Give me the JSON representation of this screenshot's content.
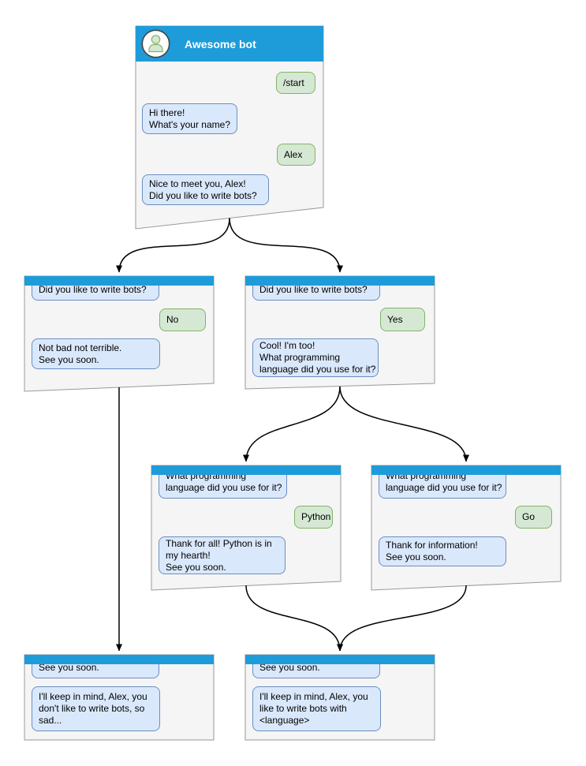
{
  "colors": {
    "header": "#1E9CD9",
    "card_fill": "#F5F5F5",
    "card_border": "#999999",
    "blue_fill": "#DAE8FC",
    "blue_border": "#6C8EBF",
    "green_fill": "#D5E8D4",
    "green_border": "#82B366",
    "edge": "#000000"
  },
  "cards": [
    {
      "id": "root",
      "title": "Awesome bot",
      "bubbles": [
        {
          "side": "user",
          "lines": [
            "/start"
          ]
        },
        {
          "side": "bot",
          "lines": [
            "Hi there!",
            "What's your name?"
          ]
        },
        {
          "side": "user",
          "lines": [
            "Alex"
          ]
        },
        {
          "side": "bot",
          "lines": [
            "Nice to meet you, Alex!",
            "Did you like to write bots?"
          ]
        }
      ]
    },
    {
      "id": "branch-no",
      "bubbles": [
        {
          "side": "bot",
          "lines": [
            "Did you like to write bots?"
          ]
        },
        {
          "side": "user",
          "lines": [
            "No"
          ]
        },
        {
          "side": "bot",
          "lines": [
            "Not bad not terrible.",
            "See you soon."
          ]
        }
      ]
    },
    {
      "id": "branch-yes",
      "bubbles": [
        {
          "side": "bot",
          "lines": [
            "Did you like to write bots?"
          ]
        },
        {
          "side": "user",
          "lines": [
            "Yes"
          ]
        },
        {
          "side": "bot",
          "lines": [
            "Cool! I'm too!",
            "What programming",
            "language did you use for it?"
          ]
        }
      ]
    },
    {
      "id": "branch-python",
      "bubbles": [
        {
          "side": "bot",
          "lines": [
            "What programming",
            "language did you use for it?"
          ]
        },
        {
          "side": "user",
          "lines": [
            "Python"
          ]
        },
        {
          "side": "bot",
          "lines": [
            "Thank for all! Python is in",
            "my hearth!",
            "See you soon."
          ]
        }
      ]
    },
    {
      "id": "branch-go",
      "bubbles": [
        {
          "side": "bot",
          "lines": [
            "What programming",
            "language did you use for it?"
          ]
        },
        {
          "side": "user",
          "lines": [
            "Go"
          ]
        },
        {
          "side": "bot",
          "lines": [
            "Thank for information!",
            "See you soon."
          ]
        }
      ]
    },
    {
      "id": "farewell-no",
      "bubbles": [
        {
          "side": "bot",
          "lines": [
            "See you soon."
          ]
        },
        {
          "side": "bot",
          "lines": [
            "I'll keep in mind, Alex, you",
            "don't like to write bots, so",
            "sad..."
          ]
        }
      ]
    },
    {
      "id": "farewell-yes",
      "bubbles": [
        {
          "side": "bot",
          "lines": [
            "See you soon."
          ]
        },
        {
          "side": "bot",
          "lines": [
            "I'll keep in mind, Alex, you",
            "like to write bots with",
            "<language>"
          ]
        }
      ]
    }
  ]
}
